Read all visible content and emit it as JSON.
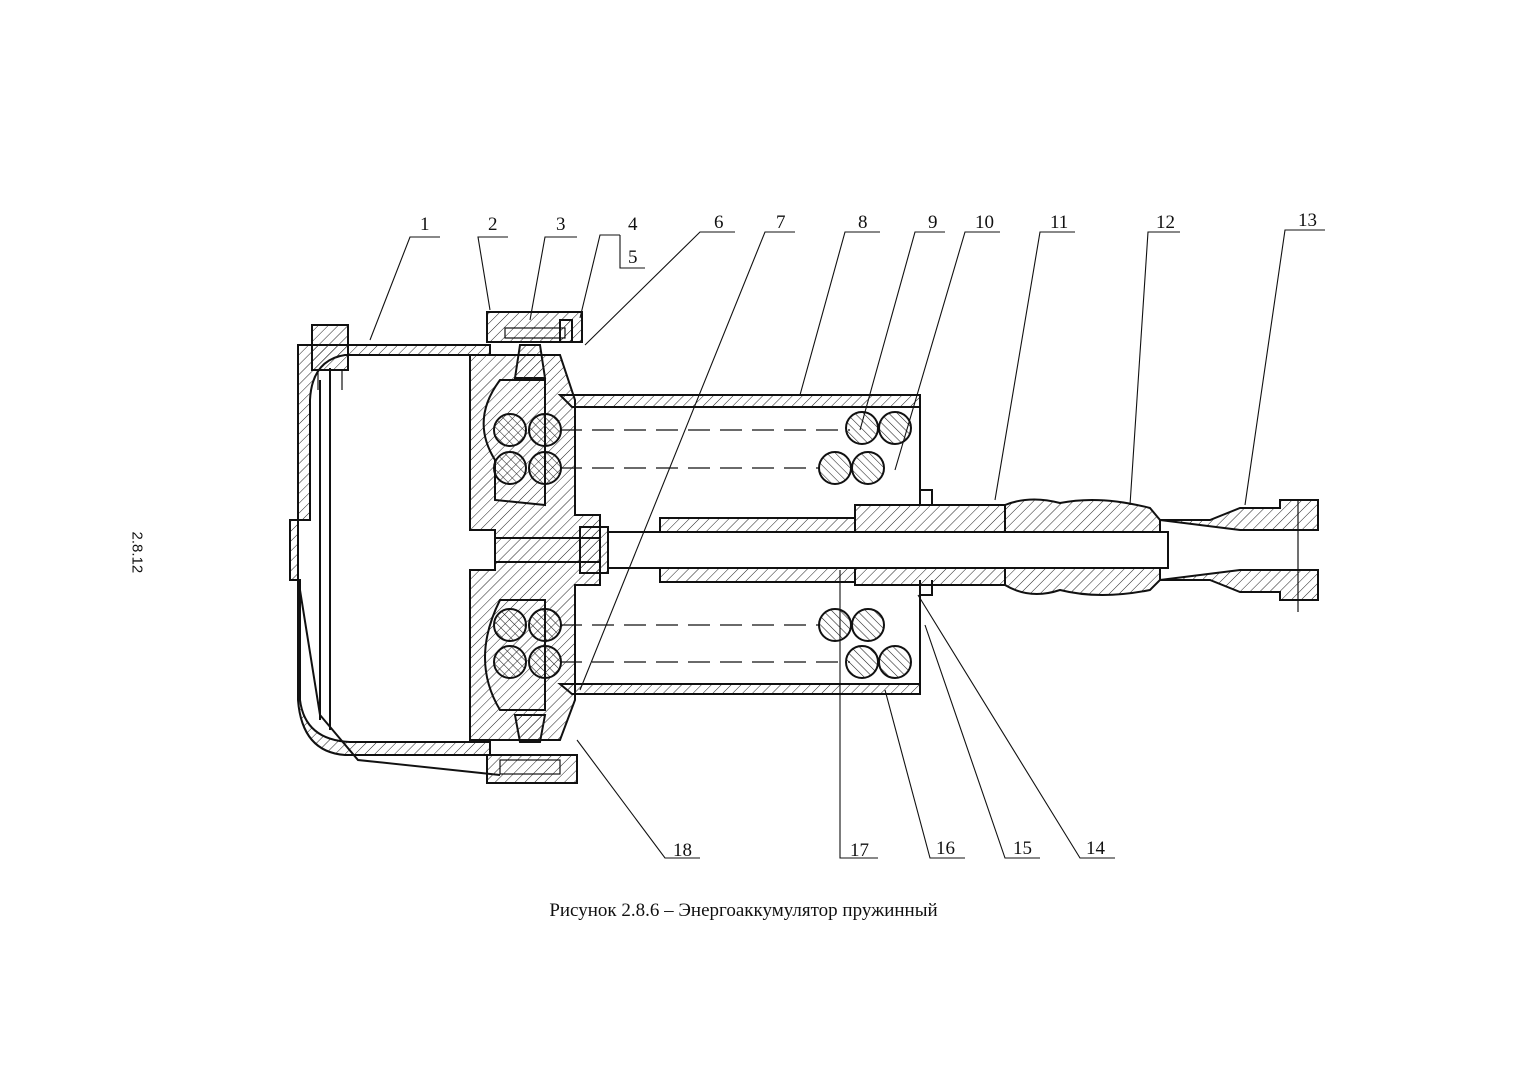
{
  "page_number": "2.8.12",
  "caption": "Рисунок 2.8.6 – Энергоаккумулятор пружинный",
  "callouts": [
    "1",
    "2",
    "3",
    "4",
    "5",
    "6",
    "7",
    "8",
    "9",
    "10",
    "11",
    "12",
    "13",
    "14",
    "15",
    "16",
    "17",
    "18"
  ]
}
